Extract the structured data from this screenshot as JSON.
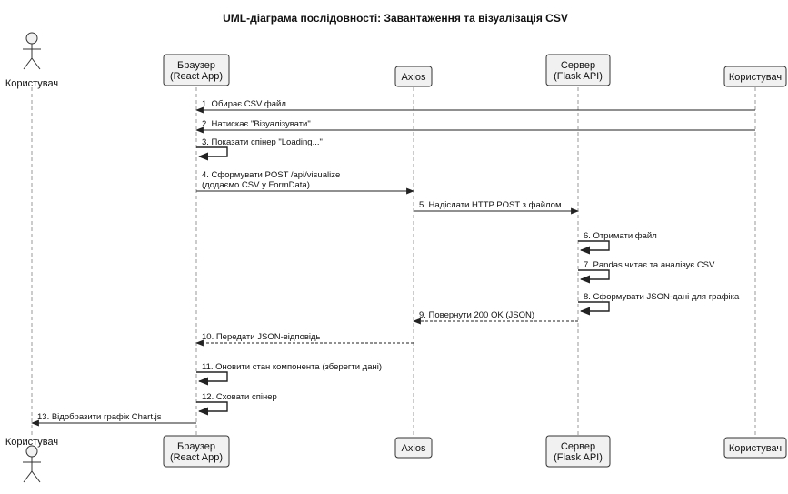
{
  "diagram": {
    "title": "UML-діаграма послідовності: Завантаження та візуалізація CSV",
    "participants": [
      {
        "id": "user",
        "kind": "actor",
        "label": [
          "Користувач"
        ]
      },
      {
        "id": "browser",
        "kind": "box",
        "label": [
          "Браузер",
          "(React App)"
        ]
      },
      {
        "id": "axios",
        "kind": "box",
        "label": [
          "Axios"
        ]
      },
      {
        "id": "server",
        "kind": "box",
        "label": [
          "Сервер",
          "(Flask API)"
        ]
      },
      {
        "id": "user2",
        "kind": "box",
        "label": [
          "Користувач"
        ]
      }
    ],
    "messages": [
      {
        "from": "user2",
        "to": "browser",
        "style": "solid",
        "label": [
          "1. Обирає CSV файл"
        ]
      },
      {
        "from": "user2",
        "to": "browser",
        "style": "solid",
        "label": [
          "2. Натискає \"Візуалізувати\""
        ]
      },
      {
        "from": "browser",
        "to": "browser",
        "style": "self",
        "label": [
          "3. Показати спінер \"Loading...\""
        ]
      },
      {
        "from": "browser",
        "to": "axios",
        "style": "solid",
        "label": [
          "4. Сформувати POST /api/visualize",
          "(додаємо CSV у FormData)"
        ]
      },
      {
        "from": "axios",
        "to": "server",
        "style": "solid",
        "label": [
          "5. Надіслати HTTP POST з файлом"
        ]
      },
      {
        "from": "server",
        "to": "server",
        "style": "self",
        "label": [
          "6. Отримати файл"
        ]
      },
      {
        "from": "server",
        "to": "server",
        "style": "self",
        "label": [
          "7. Pandas читає та аналізує CSV"
        ]
      },
      {
        "from": "server",
        "to": "server",
        "style": "self",
        "label": [
          "8. Сформувати JSON-дані для графіка"
        ]
      },
      {
        "from": "server",
        "to": "axios",
        "style": "dashed",
        "label": [
          "9. Повернути 200 OK (JSON)"
        ]
      },
      {
        "from": "axios",
        "to": "browser",
        "style": "dashed",
        "label": [
          "10. Передати JSON-відповідь"
        ]
      },
      {
        "from": "browser",
        "to": "browser",
        "style": "self",
        "label": [
          "11. Оновити стан компонента (зберегти дані)"
        ]
      },
      {
        "from": "browser",
        "to": "browser",
        "style": "self",
        "label": [
          "12. Сховати спінер"
        ]
      },
      {
        "from": "browser",
        "to": "user",
        "style": "solid",
        "label": [
          "13. Відобразити графік Chart.js"
        ]
      }
    ],
    "colors": {
      "participant_fill": "#f1f1f1",
      "participant_border": "#333333",
      "lifeline": "#999999",
      "arrow": "#222222"
    }
  }
}
